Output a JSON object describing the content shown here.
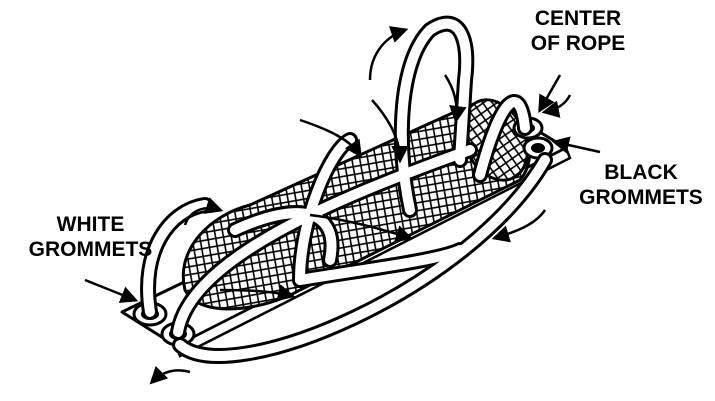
{
  "labels": {
    "center_of_rope": [
      "CENTER",
      "OF ROPE"
    ],
    "black_grommets": [
      "BLACK",
      "GROMMETS"
    ],
    "white_grommets": [
      "WHITE",
      "GROMMETS"
    ]
  },
  "colors": {
    "ink": "#000000",
    "background": "#ffffff",
    "rope_fill": "#ffffff"
  }
}
